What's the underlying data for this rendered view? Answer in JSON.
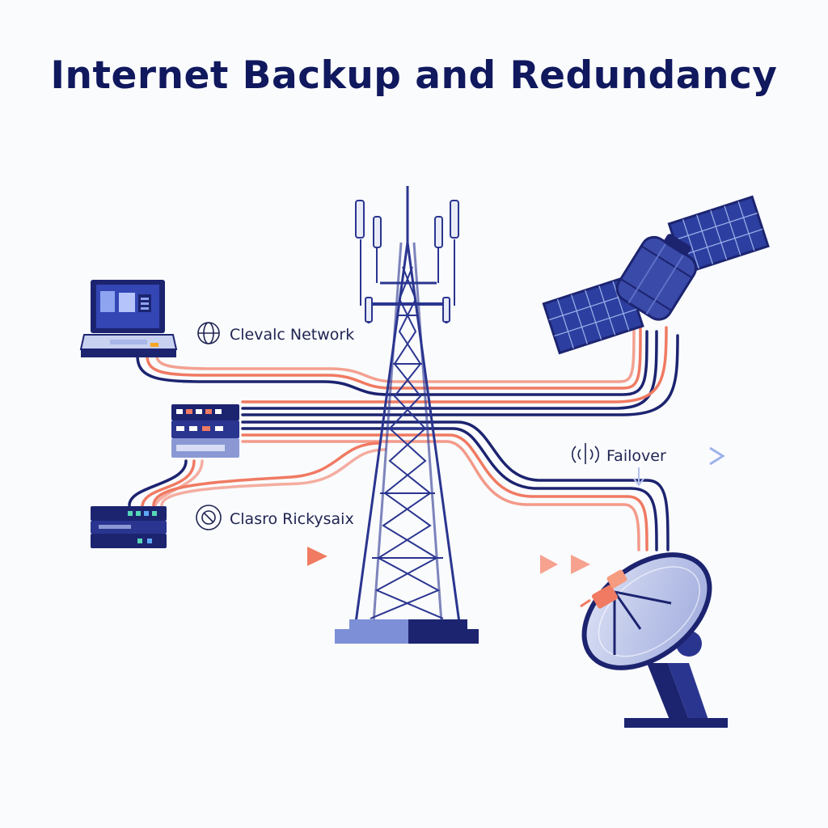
{
  "title": "Internet Backup and Redundancy",
  "labels": {
    "network": "Clevalc Network",
    "secondary": "Clasro Rickysaix",
    "failover": "Failover"
  },
  "colors": {
    "navy": "#1c2470",
    "blue": "#3a4aa8",
    "light_blue": "#7d8fd6",
    "coral": "#f07a62",
    "panel": "#2c3fa0"
  }
}
